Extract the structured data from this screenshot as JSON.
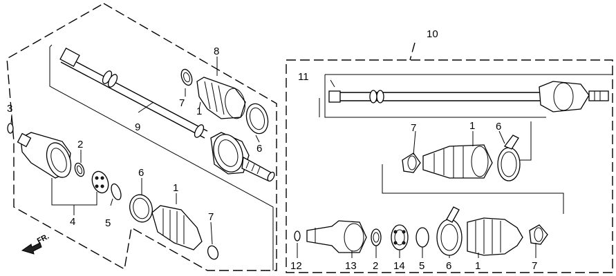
{
  "direction_label": "FR.",
  "callouts": {
    "n1a": "1",
    "n1b": "1",
    "n1c": "1",
    "n1d": "1",
    "n2a": "2",
    "n2b": "2",
    "n3": "3",
    "n4": "4",
    "n5a": "5",
    "n5b": "5",
    "n6a": "6",
    "n6b": "6",
    "n6c": "6",
    "n6d": "6",
    "n7a": "7",
    "n7b": "7",
    "n7c": "7",
    "n7d": "7",
    "n8": "8",
    "n9": "9",
    "n10": "10",
    "n11": "11",
    "n12": "12",
    "n13": "13",
    "n14": "14"
  }
}
